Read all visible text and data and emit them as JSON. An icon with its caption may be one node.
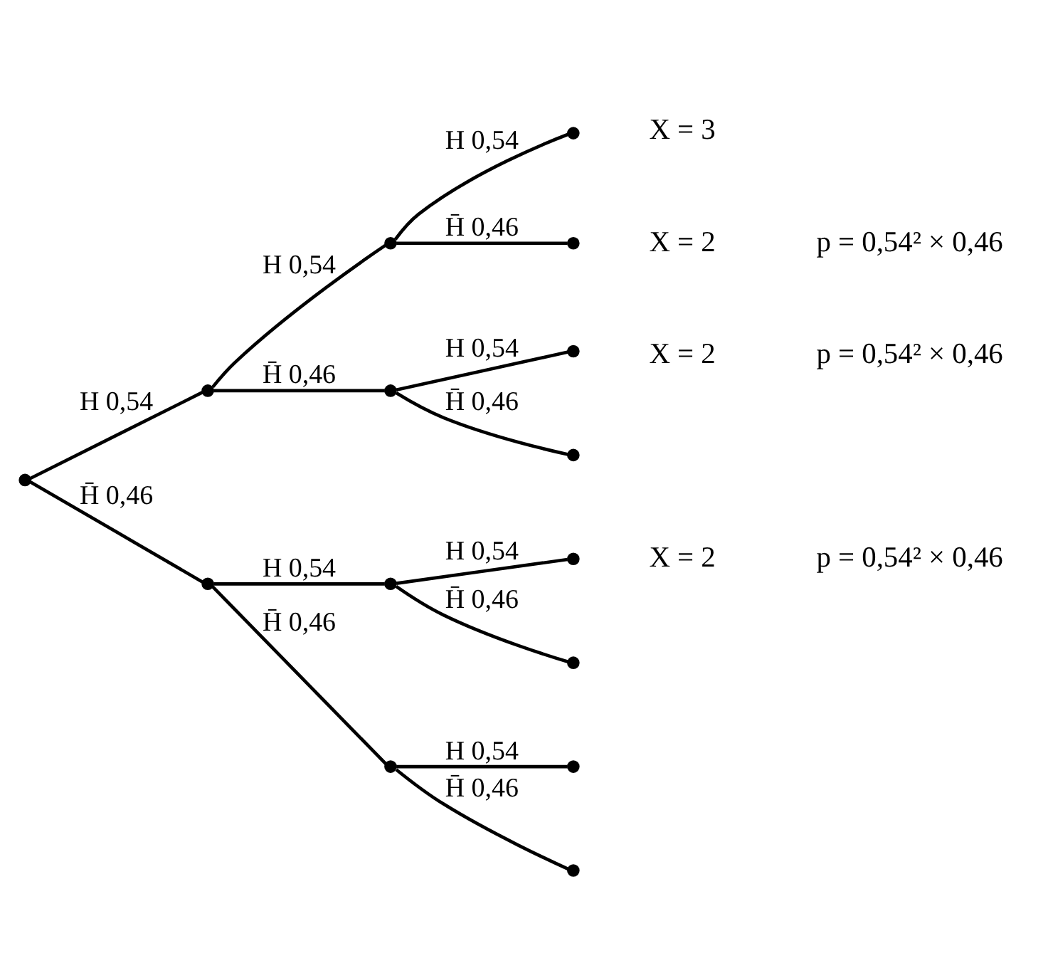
{
  "diagram": {
    "nodes": [
      {
        "text": [],
        "shape": "circle"
      },
      {
        "text": [],
        "shape": "circle"
      },
      {
        "text": [],
        "shape": "circle"
      },
      {
        "text": [],
        "shape": "circle",
        "beside": [
          "X = 3"
        ]
      },
      {
        "text": [],
        "shape": "circle",
        "beside": [
          "X = 2",
          "p = 0,54² × 0,46"
        ]
      },
      {
        "text": [],
        "shape": "circle"
      },
      {
        "text": [],
        "shape": "circle",
        "beside": [
          "X = 2",
          "p = 0,54² × 0,46"
        ]
      },
      {
        "text": [],
        "shape": "circle"
      },
      {
        "text": [],
        "shape": "circle"
      },
      {
        "text": [],
        "shape": "circle"
      },
      {
        "text": [],
        "shape": "circle",
        "beside": [
          "X = 2",
          "p = 0,54² × 0,46"
        ]
      },
      {
        "text": [],
        "shape": "circle"
      },
      {
        "text": [],
        "shape": "circle"
      },
      {
        "text": [],
        "shape": "circle"
      },
      {
        "text": [],
        "shape": "circle"
      }
    ],
    "edges": [
      {
        "from": 0,
        "to": 1,
        "arrow": "none",
        "label": "H 0,54"
      },
      {
        "from": 1,
        "to": 2,
        "arrow": "none",
        "label": "H 0,54"
      },
      {
        "from": 2,
        "to": 3,
        "arrow": "none",
        "label": "H 0,54"
      },
      {
        "from": 2,
        "to": 4,
        "arrow": "none",
        "label": "H̄ 0,46"
      },
      {
        "from": 1,
        "to": 5,
        "arrow": "none",
        "label": "H̄ 0,46"
      },
      {
        "from": 5,
        "to": 6,
        "arrow": "none",
        "label": "H 0,54"
      },
      {
        "from": 5,
        "to": 7,
        "arrow": "none",
        "label": "H̄ 0,46"
      },
      {
        "from": 0,
        "to": 8,
        "arrow": "none",
        "label": "H̄ 0,46"
      },
      {
        "from": 8,
        "to": 9,
        "arrow": "none",
        "label": "H 0,54"
      },
      {
        "from": 9,
        "to": 10,
        "arrow": "none",
        "label": "H 0,54"
      },
      {
        "from": 9,
        "to": 11,
        "arrow": "none",
        "label": "H̄ 0,46"
      },
      {
        "from": 8,
        "to": 12,
        "arrow": "none",
        "label": "H̄ 0,46"
      },
      {
        "from": 12,
        "to": 13,
        "arrow": "none",
        "label": "H 0,54"
      },
      {
        "from": 12,
        "to": 14,
        "arrow": "none",
        "label": "H̄ 0,46"
      }
    ]
  }
}
